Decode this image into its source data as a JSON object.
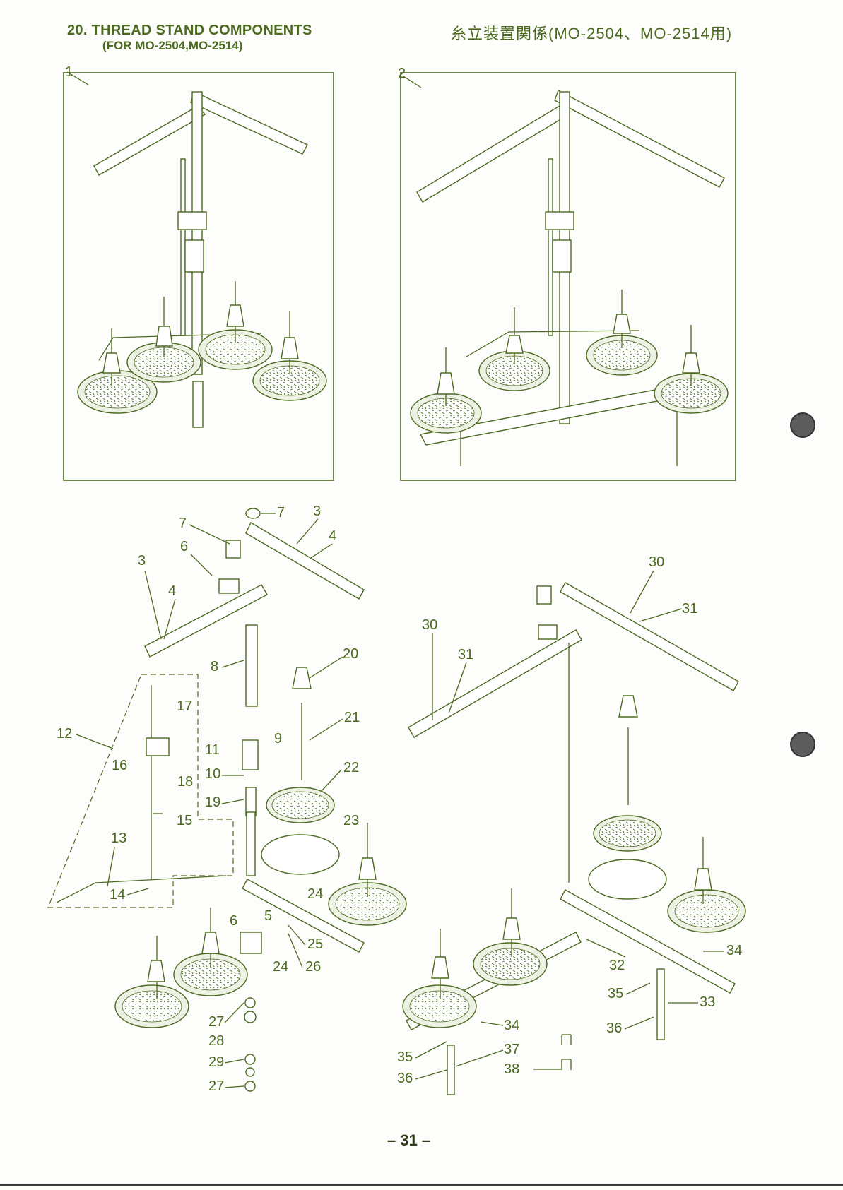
{
  "title_en_line1": "20.  THREAD STAND COMPONENTS",
  "title_en_line2": "(FOR MO-2504,MO-2514)",
  "title_jp": "糸立装置関係(MO-2504、MO-2514用)",
  "page_number": "– 31 –",
  "figure_labels": {
    "fig1": "1",
    "fig2": "2"
  },
  "left_parts": [
    "3",
    "4",
    "5",
    "6",
    "7",
    "3",
    "4",
    "8",
    "20",
    "12",
    "16",
    "17",
    "11",
    "9",
    "21",
    "10",
    "18",
    "22",
    "19",
    "15",
    "23",
    "13",
    "14",
    "24",
    "6",
    "5",
    "25",
    "26",
    "24",
    "27",
    "28",
    "29",
    "27"
  ],
  "right_parts": [
    "30",
    "31",
    "30",
    "31",
    "32",
    "34",
    "35",
    "33",
    "36",
    "34",
    "35",
    "37",
    "36",
    "38"
  ],
  "colors": {
    "ink": "#4b6a1f",
    "paper": "#fdfdfb"
  }
}
